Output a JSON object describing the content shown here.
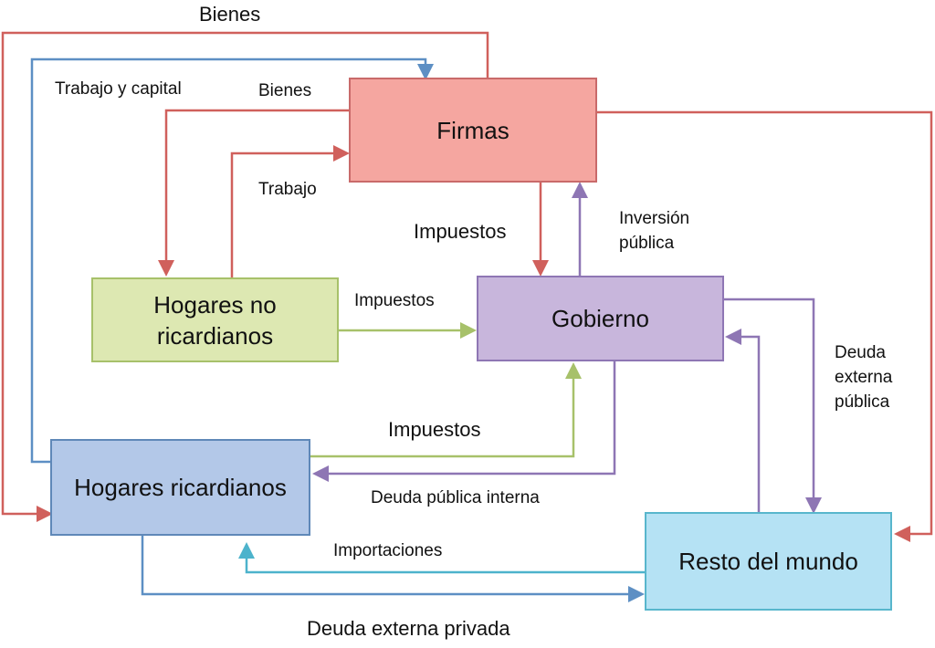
{
  "diagram": {
    "title": "",
    "colors": {
      "firmas": {
        "fill": "#f5a6a0",
        "stroke": "#c96a6a"
      },
      "gobierno": {
        "fill": "#c8b6dc",
        "stroke": "#8e76b4"
      },
      "hogares_no_ricardianos": {
        "fill": "#dde8b2",
        "stroke": "#a7c16a"
      },
      "hogares_ricardianos": {
        "fill": "#b3c8e8",
        "stroke": "#5f88b8"
      },
      "resto_del_mundo": {
        "fill": "#b5e2f4",
        "stroke": "#58b6cc"
      },
      "edge_red": "#d0605c",
      "edge_blue": "#5d8fc4",
      "edge_purple": "#8e76b4",
      "edge_green": "#a7c16a",
      "edge_cyan": "#4db3cc"
    },
    "nodes": {
      "firmas": "Firmas",
      "gobierno": "Gobierno",
      "hogares_no_ricardianos": "Hogares no\nricardianos",
      "hogares_ricardianos": "Hogares ricardianos",
      "resto_del_mundo": "Resto del mundo"
    },
    "edges": [
      {
        "id": "bienes-firmas-hr",
        "from": "Firmas",
        "to": "Hogares ricardianos",
        "label": "Bienes",
        "color": "edge_red"
      },
      {
        "id": "trabajo-capital",
        "from": "Hogares ricardianos",
        "to": "Firmas",
        "label": "Trabajo y capital",
        "color": "edge_blue"
      },
      {
        "id": "bienes-firmas-hnr",
        "from": "Firmas",
        "to": "Hogares no ricardianos",
        "label": "Bienes",
        "color": "edge_red"
      },
      {
        "id": "trabajo",
        "from": "Hogares no ricardianos",
        "to": "Firmas",
        "label": "Trabajo",
        "color": "edge_red"
      },
      {
        "id": "impuestos-firmas",
        "from": "Firmas",
        "to": "Gobierno",
        "label": "Impuestos",
        "color": "edge_red"
      },
      {
        "id": "inversion-publica",
        "from": "Gobierno",
        "to": "Firmas",
        "label": "Inversión\npública",
        "color": "edge_purple"
      },
      {
        "id": "impuestos-hnr",
        "from": "Hogares no ricardianos",
        "to": "Gobierno",
        "label": "Impuestos",
        "color": "edge_green"
      },
      {
        "id": "impuestos-hr",
        "from": "Hogares ricardianos",
        "to": "Gobierno",
        "label": "Impuestos",
        "color": "edge_green"
      },
      {
        "id": "deuda-publica-interna",
        "from": "Gobierno",
        "to": "Hogares ricardianos",
        "label": "Deuda pública interna",
        "color": "edge_purple"
      },
      {
        "id": "deuda-externa-publica",
        "from": "Gobierno",
        "to": "Resto del mundo",
        "label": "Deuda\nexterna\npública",
        "color": "edge_purple"
      },
      {
        "id": "rm-gobierno",
        "from": "Resto del mundo",
        "to": "Gobierno",
        "label": "",
        "color": "edge_purple"
      },
      {
        "id": "firmas-rm",
        "from": "Firmas",
        "to": "Resto del mundo",
        "label": "",
        "color": "edge_red"
      },
      {
        "id": "importaciones",
        "from": "Resto del mundo",
        "to": "Hogares ricardianos",
        "label": "Importaciones",
        "color": "edge_cyan"
      },
      {
        "id": "deuda-externa-privada",
        "from": "Hogares ricardianos",
        "to": "Resto del mundo",
        "label": "Deuda externa privada",
        "color": "edge_blue"
      }
    ]
  }
}
